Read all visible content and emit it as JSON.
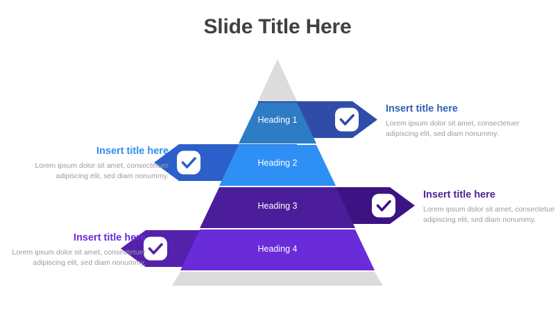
{
  "slide": {
    "title": "Slide Title Here",
    "title_color": "#404040",
    "background": "#ffffff"
  },
  "diagram": {
    "type": "pyramid-with-callouts",
    "levels": 4,
    "apex_color": "#dcdcdc",
    "base_strip_color": "#dcdcdc",
    "bands": [
      {
        "label": "Heading 1",
        "band_color": "#2e7cc4",
        "arrow_color": "#2f4da8",
        "arrow_direction": "right",
        "icon": "check-badge-icon",
        "icon_bg": "#ffffff",
        "icon_color": "#2f4da8"
      },
      {
        "label": "Heading 2",
        "band_color": "#2e90f5",
        "arrow_color": "#2c5fc9",
        "arrow_direction": "left",
        "icon": "check-badge-icon",
        "icon_bg": "#ffffff",
        "icon_color": "#2c5fc9"
      },
      {
        "label": "Heading 3",
        "band_color": "#4b1d9b",
        "arrow_color": "#3c1383",
        "arrow_direction": "right",
        "icon": "check-badge-icon",
        "icon_bg": "#ffffff",
        "icon_color": "#3c1383"
      },
      {
        "label": "Heading 4",
        "band_color": "#6a2bd9",
        "arrow_color": "#5421ab",
        "arrow_direction": "left",
        "icon": "check-badge-icon",
        "icon_bg": "#ffffff",
        "icon_color": "#5421ab"
      }
    ]
  },
  "callouts": [
    {
      "title": "Insert title here",
      "title_color": "#2f62b5",
      "body": "Lorem ipsum dolor sit amet, consectetuer adipiscing elit, sed diam nonummy.",
      "align": "left"
    },
    {
      "title": "Insert title here",
      "title_color": "#2e8ef0",
      "body": "Lorem ipsum dolor sit amet, consectetuer adipiscing elit, sed diam nonummy.",
      "align": "right"
    },
    {
      "title": "Insert title here",
      "title_color": "#4b2396",
      "body": "Lorem ipsum dolor sit amet, consectetuer adipiscing elit, sed diam nonummy.",
      "align": "right"
    },
    {
      "title": "Insert title here",
      "title_color": "#6a2bd9",
      "body": "Lorem ipsum dolor sit amet, consectetuer adipiscing elit, sed diam nonummy.",
      "align": "right"
    }
  ]
}
